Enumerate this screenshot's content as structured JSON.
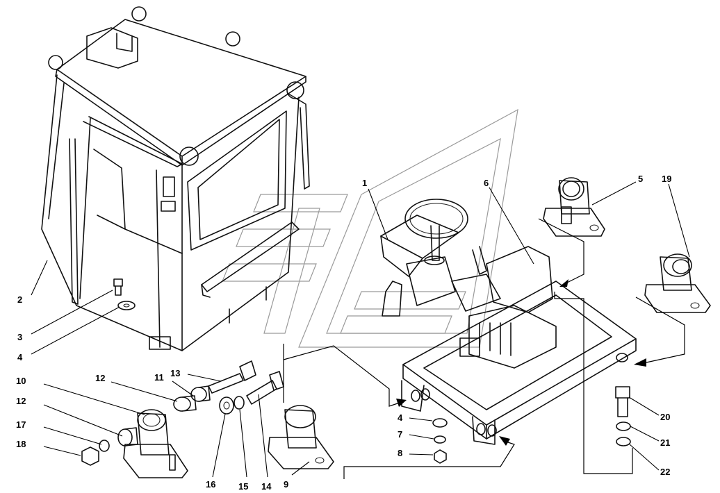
{
  "callouts": [
    "1",
    "2",
    "3",
    "4",
    "4",
    "5",
    "6",
    "7",
    "8",
    "9",
    "10",
    "11",
    "12",
    "12",
    "13",
    "14",
    "15",
    "16",
    "17",
    "18",
    "19",
    "20",
    "21",
    "22"
  ]
}
